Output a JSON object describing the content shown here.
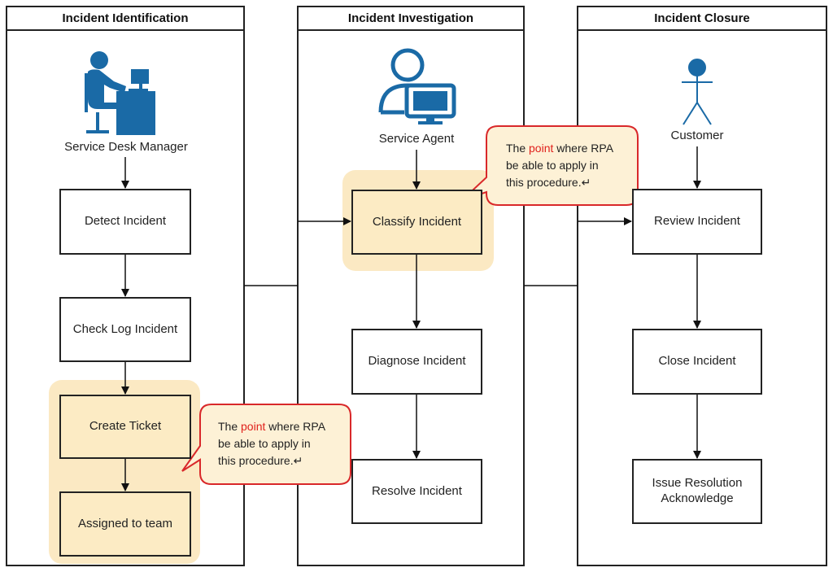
{
  "lanes": [
    {
      "title": "Incident Identification"
    },
    {
      "title": "Incident Investigation"
    },
    {
      "title": "Incident Closure"
    }
  ],
  "roles": {
    "manager": "Service Desk Manager",
    "agent": "Service Agent",
    "customer": "Customer"
  },
  "steps": {
    "detect": "Detect Incident",
    "check_log": "Check Log Incident",
    "create_ticket": "Create Ticket",
    "assigned": "Assigned to team",
    "classify": "Classify Incident",
    "diagnose": "Diagnose Incident",
    "resolve": "Resolve Incident",
    "review": "Review Incident",
    "close": "Close Incident",
    "issue_ack_line1": "Issue Resolution",
    "issue_ack_line2": "Acknowledge"
  },
  "callouts": [
    {
      "pre": "The ",
      "highlight": "point",
      "post": " where RPA",
      "line2": "be able to apply in",
      "line3": "this procedure.↵"
    },
    {
      "pre": "The ",
      "highlight": "point",
      "post": " where RPA",
      "line2": "be able to apply in",
      "line3": "this procedure.↵"
    }
  ],
  "colors": {
    "icon_blue": "#1a6aa6",
    "highlight_fill": "#fcebc4",
    "callout_border": "#d9282a",
    "callout_fill": "#fdf1d6",
    "point_text": "#e0211c"
  }
}
